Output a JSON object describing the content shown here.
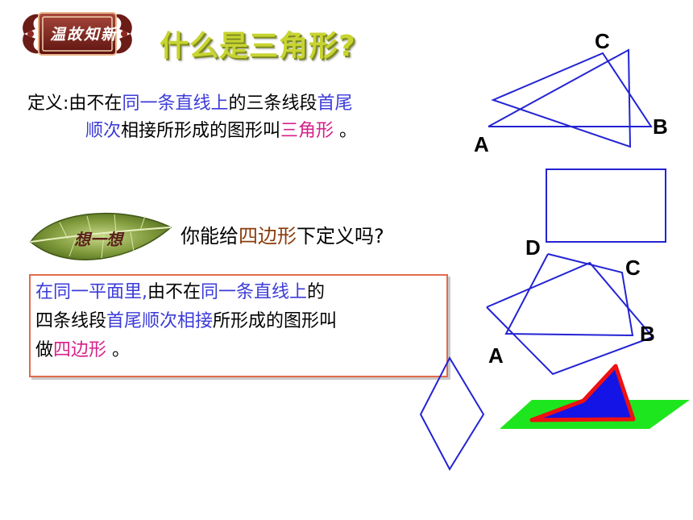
{
  "badge": {
    "text": "温故知新"
  },
  "title": "什么是三角形?",
  "triangle_definition": {
    "prefix": "定义:",
    "part1": "由不在",
    "highlight1": "同一条直线上",
    "part2": "的三条线段",
    "highlight2": "首尾",
    "highlight3": "顺次",
    "part3": "相接所形成的图形叫",
    "highlight4": "三角形",
    "suffix": " 。"
  },
  "leaf": {
    "text": "想一想"
  },
  "question": {
    "part1": "你能给",
    "highlight": "四边形",
    "part2": "下定义吗?"
  },
  "quad_definition": {
    "highlight1": "在同一平面里,",
    "part1": "由不在",
    "highlight2": "同一条直线上",
    "part2": "的",
    "part3": "四条线段",
    "highlight3": "首尾顺次相接",
    "part4": "所形成的图形叫",
    "part5": "做",
    "highlight4": "四边形",
    "suffix": " 。"
  },
  "figure_labels": {
    "triangle_c": "C",
    "triangle_b": "B",
    "triangle_a": "A",
    "quad_d": "D",
    "quad_c": "C",
    "quad_b": "B",
    "quad_a": "A"
  },
  "colors": {
    "title": "#c8d431",
    "badge": "#7a1f1a",
    "line_blue": "#2323d4",
    "plane_green": "#1ee61e",
    "triangle_fill": "#1414e6",
    "triangle_border": "#ee1111",
    "box_border": "#e26b4a"
  }
}
